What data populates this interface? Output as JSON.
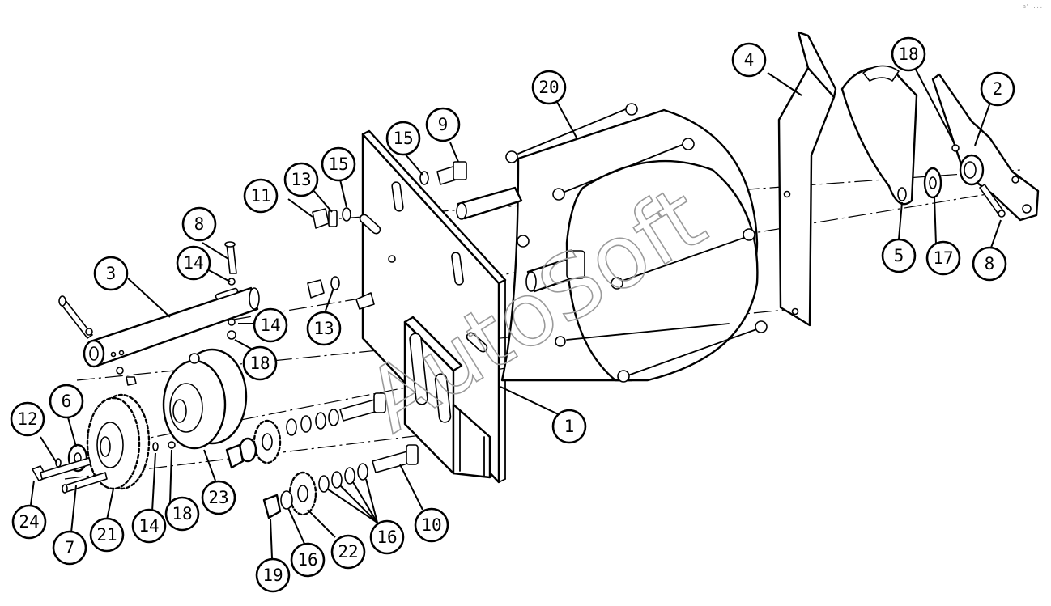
{
  "watermark": "AutoSoft",
  "corner_mark": "a⁰ ...",
  "callouts": [
    {
      "label": "1"
    },
    {
      "label": "2"
    },
    {
      "label": "3"
    },
    {
      "label": "4"
    },
    {
      "label": "5"
    },
    {
      "label": "6"
    },
    {
      "label": "7"
    },
    {
      "label": "8"
    },
    {
      "label": "8"
    },
    {
      "label": "9"
    },
    {
      "label": "10"
    },
    {
      "label": "11"
    },
    {
      "label": "12"
    },
    {
      "label": "13"
    },
    {
      "label": "13"
    },
    {
      "label": "14"
    },
    {
      "label": "14"
    },
    {
      "label": "14"
    },
    {
      "label": "15"
    },
    {
      "label": "15"
    },
    {
      "label": "16"
    },
    {
      "label": "16"
    },
    {
      "label": "17"
    },
    {
      "label": "18"
    },
    {
      "label": "18"
    },
    {
      "label": "18"
    },
    {
      "label": "19"
    },
    {
      "label": "20"
    },
    {
      "label": "21"
    },
    {
      "label": "22"
    },
    {
      "label": "23"
    },
    {
      "label": "24"
    }
  ]
}
